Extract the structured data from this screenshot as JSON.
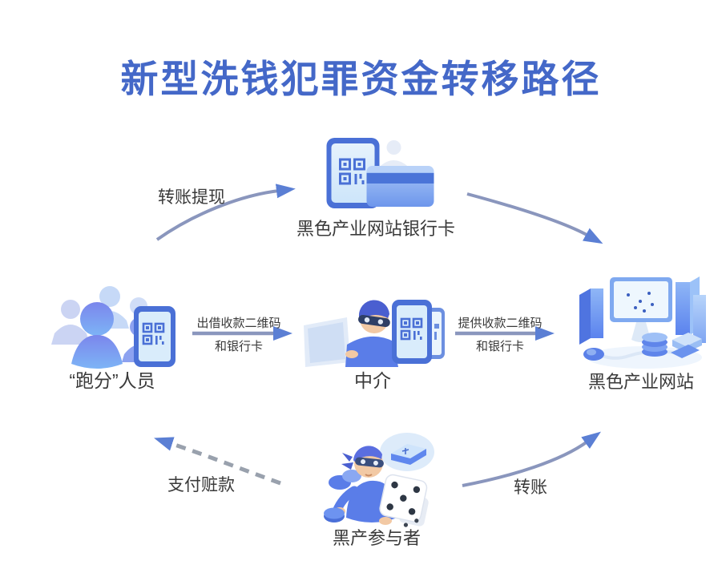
{
  "title": "新型洗钱犯罪资金转移路径",
  "nodes": {
    "bank_card": {
      "label": "黑色产业网站银行卡",
      "icon": "phone-qr-bank-card-icon"
    },
    "paofen": {
      "label": "“跑分”人员",
      "icon": "crowd-phone-qr-icon"
    },
    "middleman": {
      "label": "中介",
      "icon": "masked-agent-phones-icon"
    },
    "black_site": {
      "label": "黑色产业网站",
      "icon": "website-servers-icon"
    },
    "participant": {
      "label": "黑产参与者",
      "icon": "gambler-dice-money-icon"
    }
  },
  "edges": {
    "withdraw": {
      "from": "paofen",
      "to": "bank_card",
      "label": "转账提现",
      "style": "solid-curved"
    },
    "card_to_site": {
      "from": "bank_card",
      "to": "black_site",
      "label": "",
      "style": "solid-curved"
    },
    "lend": {
      "from": "paofen",
      "to": "middleman",
      "label_line1": "出借收款二维码",
      "label_line2": "和银行卡",
      "style": "solid-straight"
    },
    "provide": {
      "from": "middleman",
      "to": "black_site",
      "label_line1": "提供收款二维码",
      "label_line2": "和银行卡",
      "style": "solid-straight"
    },
    "pay_loot": {
      "from": "participant",
      "to": "paofen",
      "label": "支付赃款",
      "style": "dashed-curved"
    },
    "transfer": {
      "from": "participant",
      "to": "black_site",
      "label": "转账",
      "style": "solid-curved"
    }
  },
  "colors": {
    "title": "#4468c8",
    "label_text": "#3a3a3a",
    "arrow_shaft": "#8a96bd",
    "arrow_dash": "#99a1ad",
    "arrow_head": "#5b7fd4",
    "background": "#ffffff"
  }
}
